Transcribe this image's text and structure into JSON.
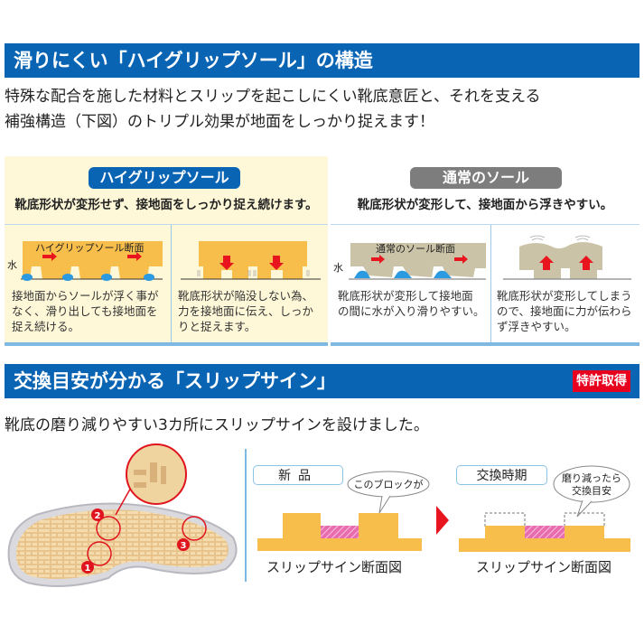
{
  "section1": {
    "title": "滑りにくい「ハイグリップソール」の構造",
    "intro_line1": "特殊な配合を施した材料とスリップを起こしにくい靴底意匠と、それを支える",
    "intro_line2": "補強構造（下図）のトリプル効果が地面をしっかり捉えます！"
  },
  "comparison": {
    "high_grip": {
      "label": "ハイグリップソール",
      "headline": "靴底形状が変形せず、接地面をしっかり捉え続けます。",
      "diagram_left_label": "ハイグリップソール断面",
      "water_label": "水",
      "desc_left": [
        "接地面からソールが浮く事が",
        "なく、滑り出しても接地面を",
        "捉え続ける。"
      ],
      "desc_right": [
        "靴底形状が陥没しない為、",
        "力を接地面に伝え、しっか",
        "りと捉えます。"
      ],
      "color": "#0a64b4",
      "sole_color": "#f8be4c"
    },
    "normal": {
      "label": "通常のソール",
      "headline": "靴底形状が変形して、接地面から浮きやすい。",
      "diagram_left_label": "通常のソール断面",
      "water_label": "水",
      "desc_left": [
        "靴底形状が変形して接地面",
        "の間に水が入り滑りやすい。"
      ],
      "desc_right": [
        "靴底形状が変形してしまう",
        "ので、接地面に力が伝わら",
        "ず浮きやすい。"
      ],
      "color": "#7d7d7d",
      "sole_color": "#cbc3a7"
    }
  },
  "section2": {
    "title": "交換目安が分かる「スリップサイン」",
    "badge": "特許取得",
    "intro": "靴底の磨り減りやすい3カ所にスリップサインを設けました。",
    "markers": [
      "1",
      "2",
      "3"
    ]
  },
  "slip_sign": {
    "new": {
      "tag": "新品",
      "bubble": "このブロックが",
      "caption": "スリップサイン断面図"
    },
    "exchange": {
      "tag": "交換時期",
      "bubble_line1": "磨り減ったら",
      "bubble_line2": "交換目安",
      "caption": "スリップサイン断面図"
    }
  },
  "colors": {
    "header_blue": "#0a64b4",
    "badge_red": "#e6001e",
    "panel_cream": "#fff8d8",
    "sole_orange": "#f8be4c",
    "slip_pink": "#e0509c",
    "arrow_red": "#e8141e"
  }
}
